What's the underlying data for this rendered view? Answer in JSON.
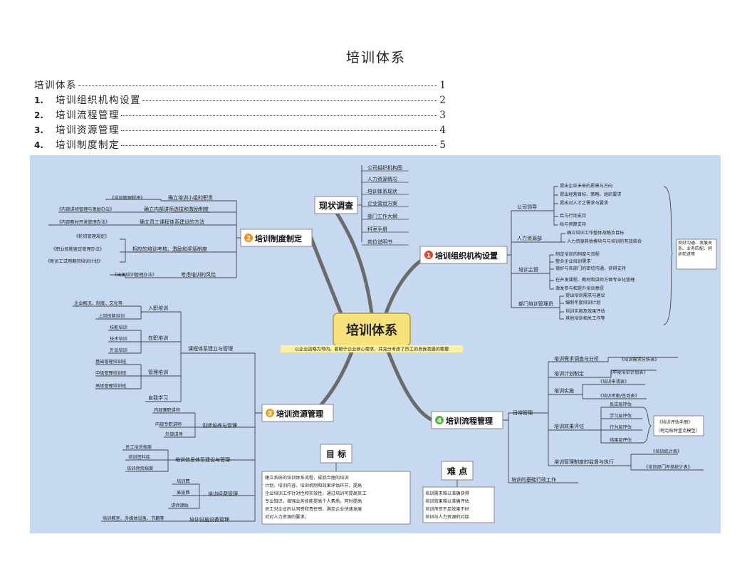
{
  "document": {
    "title": "培训体系"
  },
  "toc": [
    {
      "number": "",
      "label": "培训体系",
      "page": "1"
    },
    {
      "number": "1.",
      "label": "培训组织机构设置",
      "page": "2"
    },
    {
      "number": "2.",
      "label": "培训流程管理",
      "page": "3"
    },
    {
      "number": "3.",
      "label": "培训资源管理",
      "page": "4"
    },
    {
      "number": "4.",
      "label": "培训制度制定",
      "page": "5"
    }
  ],
  "mindmap": {
    "colors": {
      "background": "#c6d9f1",
      "center_fill": "#f6e27a",
      "curve": "#6b6b6b",
      "n1": "#e8412c",
      "n2": "#f28a1c",
      "n3": "#f2a01c",
      "n4": "#57b33e"
    },
    "center": {
      "title": "培训体系",
      "subtitle": "以企业战略为导向，着眼于企业核心需求，并充分考虑了员工的自我发展的需要"
    },
    "survey": {
      "title": "现状调查",
      "items": [
        "公司组织机构图",
        "人力资源情况",
        "培训体系现状",
        "企业营运方案",
        "部门工作大纲",
        "科室手册",
        "岗位说明书"
      ]
    },
    "branch1": {
      "num": "1",
      "title": "培训组织机构设置",
      "groups": [
        {
          "label": "公司领导",
          "items": [
            "提出企业未来的愿景与方向",
            "提出经营目标、策略、组织要求",
            "提出对人才之需求与要求",
            "给与行动支持",
            "给与预算支持"
          ]
        },
        {
          "label": "人力资源部",
          "items": [
            "确立培训工作整体战略及目标",
            "人力资源其他模块与与培训的有效结合"
          ]
        },
        {
          "label": "培训主管",
          "items": [
            "制定培训的制度与流程",
            "整合企业培训需求",
            "很好与各部门的密切沟通，获得支持",
            "在开发课程、教材和讲师方面专业化管理",
            "激发参与和提升培训意愿"
          ]
        },
        {
          "label": "部门培训管理员",
          "items": [
            "提出培训需求与建议",
            "编制年度培训计划",
            "培训实施及效果评估",
            "其他培训相关工作等"
          ]
        }
      ],
      "note": "良好沟通、发展关系、业务匹配、同步前进等"
    },
    "branch2": {
      "num": "2",
      "title": "培训制度制定",
      "items": [
        {
          "tag": "《培训管理程序》",
          "label": "确立培训小组的职责"
        },
        {
          "tag": "《内部讲师管理与激励办法》",
          "label": "确立内部讲师选拔和激励制度"
        },
        {
          "tag": "《内部教材开发管理办法》",
          "label": "确立员工课程体系建设的方法"
        },
        {
          "tag": "《轮岗管理规定》",
          "label": ""
        },
        {
          "tag": "《职业技能鉴定管理办法》",
          "label": "相应的培训考核、激励和奖惩制度"
        },
        {
          "tag": "《新员工试用期间培训计划》",
          "label": ""
        },
        {
          "tag": "《出国培训管理办法》",
          "label": "考虑培训的风险"
        }
      ]
    },
    "branch3": {
      "num": "3",
      "title": "培训资源管理",
      "course": {
        "label": "课程体系建立与管理",
        "subs": [
          {
            "label": "入职培训",
            "items": [
              "企业概况、制度、文化等",
              "上岗技能培训"
            ]
          },
          {
            "label": "在职培训",
            "items": [
              "技能培训",
              "技术培训",
              "外派培训"
            ]
          },
          {
            "label": "管理培训",
            "items": [
              "基础管理培训班",
              "中级管理培训班",
              "高级管理培训班"
            ]
          },
          {
            "label": "自我学习",
            "items": []
          }
        ]
      },
      "lecturer": {
        "label": "讲师培养与管理",
        "items": [
          "内部兼职讲师",
          "内部专职讲师",
          "外部讲师"
        ]
      },
      "info": {
        "label": "培训信息体系建设与管理",
        "items": [
          "员工培训档案",
          "培训资料库",
          "培训师资档案"
        ]
      },
      "fund": {
        "label": "培训经费管理",
        "items": [
          "培训费",
          "差旅费",
          "讲师津贴"
        ]
      },
      "facility": {
        "label": "培训设施设备管理",
        "item": "培训教室、多媒体设备、书籍等"
      }
    },
    "branch4": {
      "num": "4",
      "title": "培训流程管理",
      "daily": "日常管理",
      "items": [
        {
          "label": "培训需求调查与分析",
          "tags": [
            "《培训需求分析表》"
          ]
        },
        {
          "label": "培训计划制定",
          "tags": [
            "《年度培训计划表》"
          ]
        },
        {
          "label": "培训实施",
          "tags": [
            "《培训申请表》",
            "《培训考勤/签到表》"
          ]
        },
        {
          "label": "培训效果评估",
          "tags": [
            "反应层评估",
            "学习层评估",
            "行为层评估",
            "结果层评估"
          ]
        },
        {
          "label": "培训管理制度的监督与执行",
          "tags": [
            "《培训统计表》",
            "《培训部门考核统计表》"
          ]
        }
      ],
      "eval_note": [
        "《培训评估手册》",
        "（柯克帕特里克模型）"
      ],
      "admin": "培训的基础行政工作"
    },
    "goal": {
      "title": "目 标",
      "lines": [
        "建立系统的培训体系流程，成就合理的培训",
        "计划、培训内容、培训机制和效果评估环节，提高",
        "企业培训工作针对性和实效性。通过培训可提高员工",
        "专业知识，增强业务技能提高个人素质，同时提高",
        "员工对企业的认同感和责任感，满足企业快速发展",
        "对对人力资源的要求。"
      ]
    },
    "difficulty": {
      "title": "难 点",
      "lines": [
        "培训需求难以准确获得",
        "培训效果难以准确评估",
        "培训师资不足效果不好",
        "培训与人力资源的对接"
      ]
    }
  }
}
